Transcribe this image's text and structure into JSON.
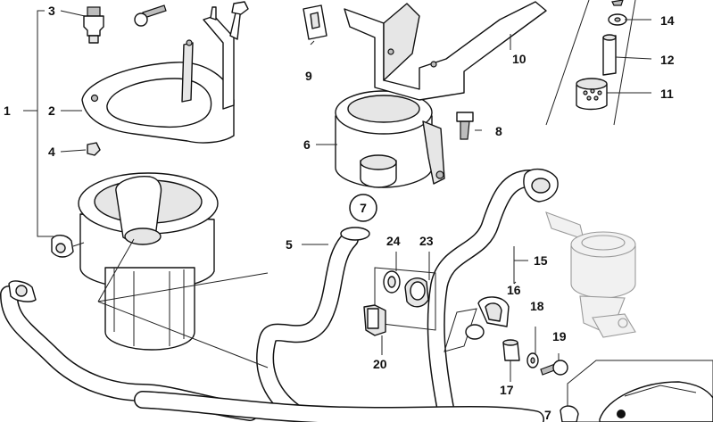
{
  "diagram": {
    "labels": {
      "p1": "1",
      "p2": "2",
      "p3": "3",
      "p4": "4",
      "p5": "5",
      "p6": "6",
      "p7": "7",
      "p7b": "7",
      "p8": "8",
      "p9": "9",
      "p10": "10",
      "p11": "11",
      "p12": "12",
      "p14": "14",
      "p15": "15",
      "p16": "16",
      "p17": "17",
      "p18": "18",
      "p19": "19",
      "p20": "20",
      "p23": "23",
      "p24": "24"
    }
  }
}
